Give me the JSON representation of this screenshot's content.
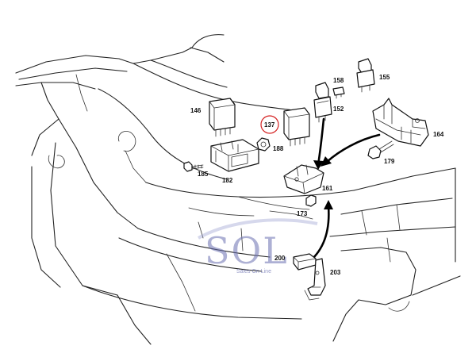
{
  "diagram": {
    "callouts": [
      {
        "id": "146",
        "label": "146"
      },
      {
        "id": "137",
        "label": "137",
        "highlighted": true
      },
      {
        "id": "188",
        "label": "188"
      },
      {
        "id": "185",
        "label": "185"
      },
      {
        "id": "182",
        "label": "182"
      },
      {
        "id": "158",
        "label": "158"
      },
      {
        "id": "152",
        "label": "152"
      },
      {
        "id": "155",
        "label": "155"
      },
      {
        "id": "164",
        "label": "164"
      },
      {
        "id": "179",
        "label": "179"
      },
      {
        "id": "161",
        "label": "161"
      },
      {
        "id": "173",
        "label": "173"
      },
      {
        "id": "200",
        "label": "200"
      },
      {
        "id": "203",
        "label": "203"
      }
    ],
    "highlight_color": "#d42020"
  },
  "watermark": {
    "logo_text": "SOL",
    "tagline": "Sales On Line",
    "color": "#6a6fb0"
  }
}
